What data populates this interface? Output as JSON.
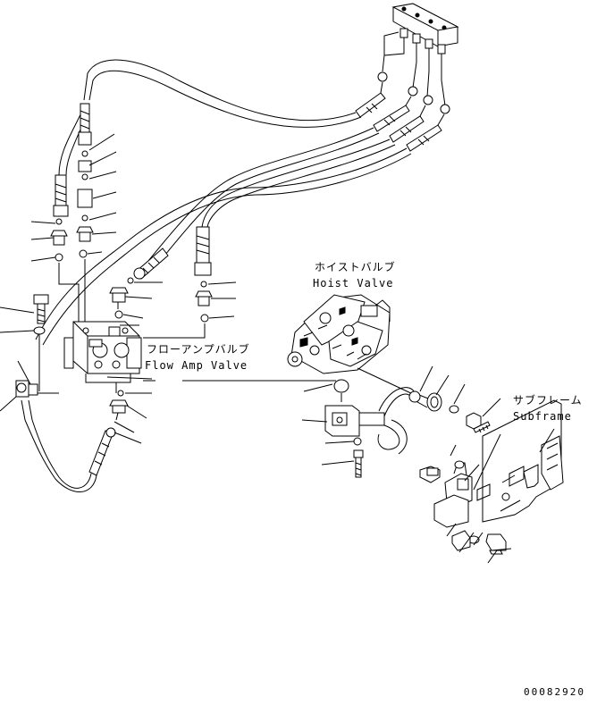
{
  "labels": {
    "hoist_jp": "ホイストバルブ",
    "hoist_en": "Hoist Valve",
    "flowamp_jp": "フローアンプバルブ",
    "flowamp_en": "Flow Amp Valve",
    "subframe_jp": "サブフレーム",
    "subframe_en": "Subframe"
  },
  "drawing_code": "00082920"
}
